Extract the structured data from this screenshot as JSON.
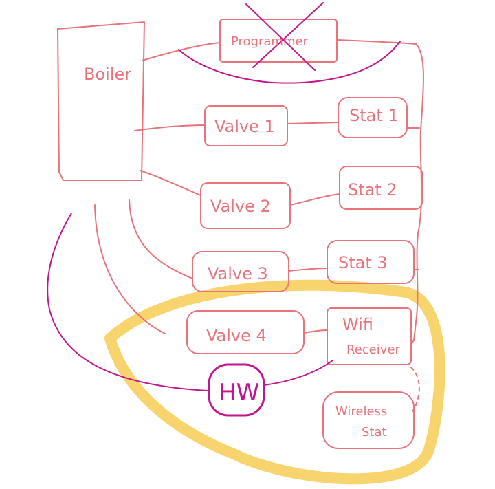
{
  "colors": {
    "component": "#e8737b",
    "hot_water": "#c0168e",
    "highlight": "#f6c94a",
    "background": "#ffffff"
  },
  "diagram": {
    "boiler_label": "Boiler",
    "programmer_label": "Programmer",
    "valves": [
      "Valve 1",
      "Valve 2",
      "Valve 3",
      "Valve 4"
    ],
    "stats": [
      "Stat 1",
      "Stat 2",
      "Stat 3"
    ],
    "wifi_receiver": [
      "Wifi",
      "Receiver"
    ],
    "wireless_stat": [
      "Wireless",
      "Stat"
    ],
    "hot_water_label": "HW"
  }
}
